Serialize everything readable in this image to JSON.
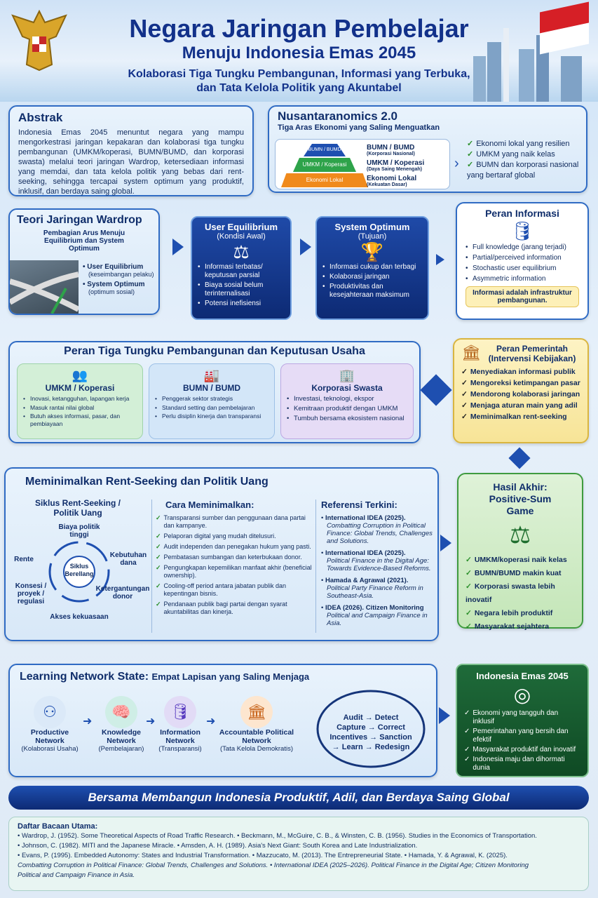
{
  "header": {
    "title": "Negara Jaringan Pembelajar",
    "subtitle": "Menuju Indonesia Emas 2045",
    "tagline_1": "Kolaborasi Tiga Tungku Pembangunan, Informasi yang Terbuka,",
    "tagline_2": "dan Tata Kelola Politik yang Akuntabel"
  },
  "abstrak": {
    "title": "Abstrak",
    "text": "Indonesia Emas 2045 menuntut negara yang mampu mengorkestrasi jaringan kepakaran dan kolaborasi tiga tungku pembangunan (UMKM/koperasi, BUMN/BUMD, dan korporasi swasta) melalui teori jaringan Wardrop, ketersediaan informasi yang memdai, dan tata kelola politik yang bebas dari rent-seeking, sehingga tercapai system optimum yang produktif, inklusif, dan berdaya saing global."
  },
  "nusantara": {
    "title": "Nusantaranomics 2.0",
    "subtitle": "Tiga Aras Ekonomi yang Saling Menguatkan",
    "pyr_top": "BUMN / BUMD",
    "pyr_mid": "UMKM / Koperasi",
    "pyr_bot": "Ekonomi Lokal",
    "lbl1": "BUMN / BUMD",
    "sub1": "(Korporasi Nasional)",
    "lbl2": "UMKM / Koperasi",
    "sub2": "(Daya Saing Menengah)",
    "lbl3": "Ekonomi Lokal",
    "sub3": "(Kekuatan Dasar)",
    "checks": [
      "Ekonomi lokal yang resilien",
      "UMKM yang naik kelas",
      "BUMN dan korporasi nasional yang bertaraf global"
    ]
  },
  "wardrop": {
    "title": "Teori Jaringan Wardrop",
    "subtitle": "Pembagian Arus Menuju Equilibrium dan System Optimum",
    "b1": "User Equilibrium",
    "b1s": "(keseimbangan pelaku)",
    "b2": "System Optimum",
    "b2s": "(optimum sosial)"
  },
  "ue": {
    "title": "User Equilibrium",
    "sub": "(Kondisi Awal)",
    "items": [
      "Informasi terbatas/ keputusan parsial",
      "Biaya sosial belum terinternalisasi",
      "Potensi inefisiensi"
    ]
  },
  "so": {
    "title": "System Optimum",
    "sub": "(Tujuan)",
    "items": [
      "Informasi cukup dan terbagi",
      "Kolaborasi jaringan",
      "Produktivitas dan kesejahteraan maksimum"
    ]
  },
  "info": {
    "title": "Peran Informasi",
    "items": [
      "Full knowledge (jarang terjadi)",
      "Partial/perceived information",
      "Stochastic user equilibrium",
      "Asymmetric information"
    ],
    "note": "Informasi adalah infrastruktur pembangunan."
  },
  "tungku": {
    "title": "Peran Tiga Tungku Pembangunan dan Keputusan Usaha",
    "c1": {
      "title": "UMKM / Koperasi",
      "items": [
        "Inovasi, ketangguhan, lapangan kerja",
        "Masuk rantai nilai global",
        "Butuh akses informasi, pasar, dan pembiayaan"
      ]
    },
    "c2": {
      "title": "BUMN / BUMD",
      "items": [
        "Penggerak sektor strategis",
        "Standard setting dan pembelajaran",
        "Perlu disiplin kinerja dan transparansi"
      ]
    },
    "c3": {
      "title": "Korporasi Swasta",
      "items": [
        "Investasi, teknologi, ekspor",
        "Kemitraan produktif dengan UMKM",
        "Tumbuh bersama ekosistem nasional"
      ]
    }
  },
  "pemerintah": {
    "title": "Peran Pemerintah",
    "sub": "(Intervensi Kebijakan)",
    "items": [
      "Menyediakan informasi publik",
      "Mengoreksi ketimpangan pasar",
      "Mendorong kolaborasi jaringan",
      "Menjaga aturan main yang adil",
      "Meminimalkan rent-seeking"
    ]
  },
  "rent": {
    "title": "Meminimalkan Rent-Seeking dan Politik Uang",
    "cycle_title": "Siklus Rent-Seeking / Politik Uang",
    "center": "Siklus Berellang",
    "n1": "Biaya politik tinggi",
    "n2": "Kebutuhan dana",
    "n3": "Ketergantungan donor",
    "n4": "Akses kekuasaan",
    "n5": "Konsesi / proyek / regulasi",
    "n6": "Rente",
    "cara_title": "Cara Meminimalkan:",
    "cara": [
      "Transparansi sumber dan penggunaan dana partai dan kampanye.",
      "Pelaporan digital yang mudah ditelusuri.",
      "Audit independen dan penegakan hukum yang pasti.",
      "Pembatasan sumbangan dan keterbukaan donor.",
      "Pengungkapan kepemilikan manfaat akhir (beneficial ownership).",
      "Cooling-off period antara jabatan publik dan kepentingan bisnis.",
      "Pendanaan publik bagi partai dengan syarat akuntabilitas dan kinerja."
    ],
    "ref_title": "Referensi Terkini:",
    "refs": [
      {
        "a": "International IDEA (2025).",
        "t": "Combatting Corruption in Political Finance: Global Trends, Challenges and Solutions."
      },
      {
        "a": "International IDEA (2025).",
        "t": "Political Finance in the Digital Age: Towards Evidence-Based Reforms."
      },
      {
        "a": "Hamada & Agrawal (2021).",
        "t": "Political Party Finance Reform in Southeast-Asia."
      },
      {
        "a": "IDEA (2026). Citizen Monitoring",
        "t": "Political and Campaign Finance in Asia."
      }
    ]
  },
  "hasil": {
    "title": "Hasil Akhir: Positive-Sum Game",
    "items": [
      "UMKM/koperasi naik kelas",
      "BUMN/BUMD makin kuat",
      "Korporasi swasta lebih inovatif",
      "Negara lebih produktif",
      "Masyarakat sejahtera"
    ]
  },
  "lns": {
    "title": "Learning Network State:",
    "title2": "Empat Lapisan yang Saling Menjaga",
    "layers": [
      {
        "n": "Productive Network",
        "s": "(Kolaborasi Usaha)"
      },
      {
        "n": "Knowledge Network",
        "s": "(Pembelajaran)"
      },
      {
        "n": "Information Network",
        "s": "(Transparansi)"
      },
      {
        "n": "Accountable Political Network",
        "s": "(Tata Kelola Demokratis)"
      }
    ],
    "loop": [
      "Audit → Detect",
      "Capture → Correct",
      "Incentives → Sanction",
      "→ Learn → Redesign"
    ]
  },
  "emas": {
    "title": "Indonesia Emas 2045",
    "items": [
      "Ekonomi yang tangguh dan inklusif",
      "Pemerintahan yang bersih dan efektif",
      "Masyarakat produktif dan inovatif",
      "Indonesia maju dan dihormati dunia"
    ]
  },
  "banner": "Bersama Membangun Indonesia Produktif, Adil, dan Berdaya Saing Global",
  "refs": {
    "title": "Daftar Bacaan Utama:",
    "l1": "• Wardrop, J. (1952). Some Theoretical Aspects of Road Traffic Research.   • Beckmann, M., McGuire, C. B., & Winsten, C. B. (1956). Studies in the Economics of Transportation.",
    "l2": "• Johnson, C. (1982). MITI and the Japanese Miracle.   • Amsden, A. H. (1989). Asia's Next Giant: South Korea and Late Industrialization.",
    "l3": "• Evans, P. (1995). Embedded Autonomy: States and Industrial Transformation.   • Mazzucato, M. (2013). The Entrepreneurial State.   • Hamada, Y. & Agrawal, K. (2025).",
    "l4": "Combatting Corruption in Political Finance: Global Trends, Challenges and Solutions.  • International IDEA (2025–2026). Political Finance in the Digital Age; Citizen Monitoring",
    "l5": "Political and Campaign Finance in Asia."
  }
}
